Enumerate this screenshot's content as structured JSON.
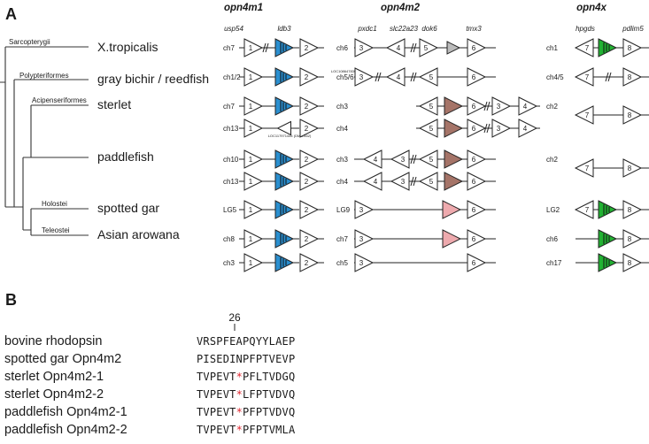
{
  "panel_a": {
    "label": "A",
    "columns": {
      "opn4m1": "opn4m1",
      "opn4m2": "opn4m2",
      "opn4x": "opn4x"
    },
    "genes": {
      "usp54": "usp54",
      "ldb3": "ldb3",
      "pxdc1": "pxdc1",
      "slc22a23": "slc22a23",
      "dok6": "dok6",
      "tmx3": "tmx3",
      "hpgds": "hpgds",
      "pdlim5": "pdlim5"
    },
    "clades": {
      "sarcopterygii": "Sarcopterygii",
      "polypteriformes": "Polypteriformes",
      "acipenseriformes": "Acipenseriformes",
      "holostei": "Holostei",
      "teleostei": "Teleostei"
    },
    "species": {
      "xtrop": "X.tropicalis",
      "bichir": "gray bichir / reedfish",
      "sterlet": "sterlet",
      "paddlefish": "paddlefish",
      "gar": "spotted gar",
      "arowana": "Asian arowana"
    },
    "notes": {
      "loc_x": "LOC108647839",
      "loc_sterlet": "LOC117971444 (DMB-462)"
    },
    "rows": [
      {
        "m1": "ch7",
        "m2": "ch6",
        "x": "ch1"
      },
      {
        "m1": "ch1/2",
        "m2": "ch5/6",
        "x": "ch4/5"
      },
      {
        "m1": "ch7",
        "m2": "ch3",
        "x": "ch2"
      },
      {
        "m1": "ch13",
        "m2": "ch4",
        "x": ""
      },
      {
        "m1": "ch10",
        "m2": "ch3",
        "x": "ch2"
      },
      {
        "m1": "ch13",
        "m2": "ch4",
        "x": ""
      },
      {
        "m1": "LG5",
        "m2": "LG9",
        "x": "LG2"
      },
      {
        "m1": "ch8",
        "m2": "ch7",
        "x": "ch6"
      },
      {
        "m1": "ch3",
        "m2": "ch5",
        "x": "ch17"
      }
    ],
    "colors": {
      "opn4m1": "#2a8fd0",
      "opn4m2_dark": "#a57468",
      "opn4m2_light": "#eeaaae",
      "opn4x": "#22b233",
      "grey_gene": "#bbbbbb"
    }
  },
  "panel_b": {
    "label": "B",
    "position": "26",
    "rows": [
      {
        "name": "bovine rhodopsin",
        "pre": "VRSPFEAPQYYLAEP",
        "star": "",
        "post": ""
      },
      {
        "name": "spotted gar Opn4m2",
        "pre": "PISEDINPFPTVEVP",
        "star": "",
        "post": ""
      },
      {
        "name": "sterlet Opn4m2-1",
        "pre": "TVPEVT",
        "star": "*",
        "post": "PFLTVDGQ"
      },
      {
        "name": "sterlet Opn4m2-2",
        "pre": "TVPEVT",
        "star": "*",
        "post": "LFPTVDVQ"
      },
      {
        "name": "paddlefish Opn4m2-1",
        "pre": "TVPEVT",
        "star": "*",
        "post": "PFPTVDVQ"
      },
      {
        "name": "paddlefish Opn4m2-2",
        "pre": "TVPEVT",
        "star": "*",
        "post": "PFPTVMLA"
      }
    ],
    "star_color": "#e0262f"
  }
}
